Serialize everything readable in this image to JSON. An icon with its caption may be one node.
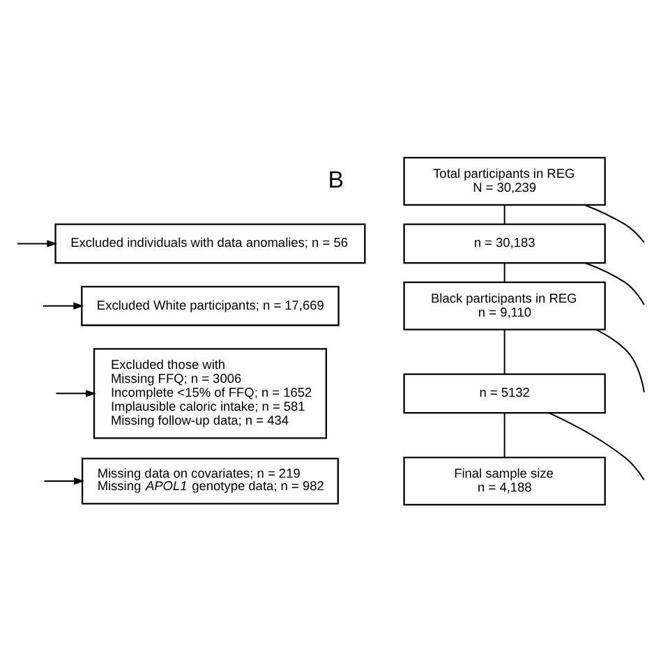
{
  "diagram": {
    "nodes": [
      {
        "text": [
          "Excluded individuals with data anomalies; n = 56"
        ]
      },
      {
        "text": [
          "Excluded White participants; n = 17,669"
        ]
      },
      {
        "text": [
          "Excluded those with",
          "Missing FFQ; n = 3006",
          "Incomplete <15% of FFQ; n = 1652",
          "Implausible caloric intake; n = 581",
          "Missing follow-up data; n = 434"
        ]
      },
      {
        "text": [
          "Missing data on covariates; n = 219",
          "Missing *APOL1* genotype data; n = 982"
        ]
      },
      {
        "text": [
          "Total participants in REG",
          "N = 30,239"
        ]
      },
      {
        "text": [
          "n = 30,183"
        ]
      },
      {
        "text": [
          "Black participants in REG",
          "n = 9,110"
        ]
      },
      {
        "text": [
          "n = 5132"
        ]
      },
      {
        "text": [
          "Final sample size",
          "n = 4,188"
        ]
      }
    ],
    "edges": [
      {
        "from": null,
        "to": 0,
        "arrow": "to"
      },
      {
        "from": null,
        "to": 1,
        "arrow": "to"
      },
      {
        "from": null,
        "to": 2,
        "arrow": "to"
      },
      {
        "from": null,
        "to": 3,
        "arrow": "to"
      },
      {
        "from": 4,
        "to": 5,
        "arrow": "none"
      },
      {
        "from": 4,
        "to": null,
        "arrow": "none"
      },
      {
        "from": 5,
        "to": 6,
        "arrow": "none"
      },
      {
        "from": 5,
        "to": null,
        "arrow": "none"
      },
      {
        "from": 6,
        "to": 7,
        "arrow": "none"
      },
      {
        "from": 6,
        "to": null,
        "arrow": "none"
      },
      {
        "from": 7,
        "to": 8,
        "arrow": "none"
      },
      {
        "from": 7,
        "to": null,
        "arrow": "none"
      }
    ],
    "labels": [
      "B"
    ]
  }
}
